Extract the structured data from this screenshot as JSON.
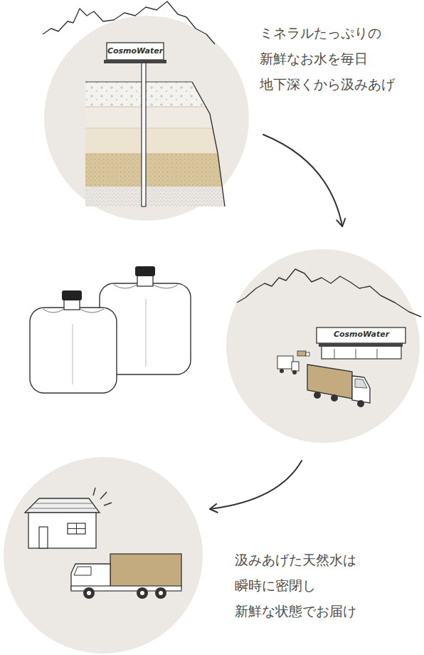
{
  "diagram": {
    "nodes": [
      {
        "text": [
          "CosmoWater",
          "ミネラルたっぷりの 新鮮なお水を毎日 地下深くから汲みあげ"
        ]
      },
      {
        "text": [
          "CosmoWater"
        ]
      },
      {
        "text": [
          "汲みあげた天然水は 瞬時に密閉し 新鮮な状態でお届け"
        ]
      }
    ],
    "edges": [
      {
        "from": 0,
        "to": 1,
        "arrow": "to"
      },
      {
        "from": 1,
        "to": 2,
        "arrow": "to"
      }
    ]
  }
}
